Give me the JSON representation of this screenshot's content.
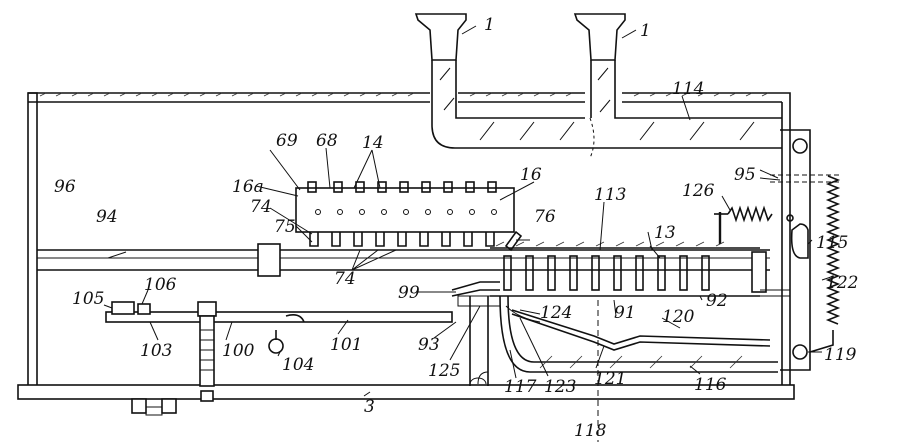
{
  "labels": {
    "l1a": "1",
    "l1b": "1",
    "l114": "114",
    "l96": "96",
    "l69": "69",
    "l68": "68",
    "l14": "14",
    "l16a": "16a",
    "l16": "16",
    "l74a": "74",
    "l75": "75",
    "l76": "76",
    "l113": "113",
    "l13": "13",
    "l95": "95",
    "l126": "126",
    "l115": "115",
    "l122": "122",
    "l94": "94",
    "l74b": "74",
    "l99": "99",
    "l92": "92",
    "l105": "105",
    "l106": "106",
    "l124": "124",
    "l91": "91",
    "l120": "120",
    "l103": "103",
    "l100": "100",
    "l101": "101",
    "l104": "104",
    "l93": "93",
    "l125": "125",
    "l117": "117",
    "l123": "123",
    "l121": "121",
    "l116": "116",
    "l119": "119",
    "l3": "3",
    "l118": "118"
  }
}
